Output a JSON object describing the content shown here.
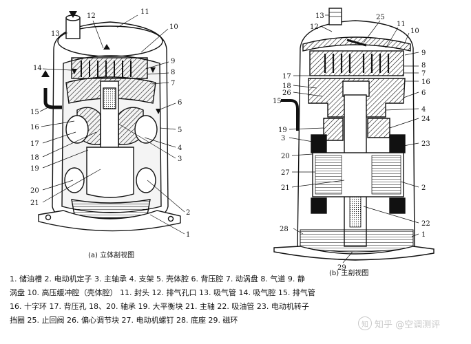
{
  "captions": {
    "left": "(a) 立体剖视图",
    "right": "(b) 主剖视图"
  },
  "left_numbers": [
    "11",
    "12",
    "13",
    "10",
    "14",
    "9",
    "8",
    "7",
    "15",
    "6",
    "16",
    "5",
    "17",
    "4",
    "18",
    "3",
    "19",
    "20",
    "21",
    "2",
    "1"
  ],
  "right_numbers": [
    "13",
    "25",
    "12",
    "11",
    "10",
    "9",
    "8",
    "7",
    "17",
    "18",
    "26",
    "16",
    "6",
    "15",
    "4",
    "19",
    "24",
    "3",
    "23",
    "20",
    "27",
    "21",
    "2",
    "28",
    "22",
    "1",
    "29"
  ],
  "legend_lines": [
    "1. 储油槽   2. 电动机定子   3. 主轴承   4. 支架   5. 壳体腔   6. 背压腔   7. 动涡盘   8. 气道   9. 静",
    "涡盘   10. 高压缓冲腔（壳体腔）   11. 封头   12. 排气孔口   13. 吸气管   14. 吸气腔   15. 排气管",
    "16. 十字环   17. 背压孔   18、20. 轴承   19. 大平衡块   21. 主轴   22. 吸油管   23. 电动机转子",
    "挡圈   25. 止回阀   26. 偏心调节块   27. 电动机螺钉   28. 底座   29. 磁环"
  ],
  "watermark": {
    "icon": "zhihu-badge-icon",
    "text": "知乎 @空调测评"
  },
  "colors": {
    "ink": "#111111",
    "watermark": "#c8c8c8"
  }
}
